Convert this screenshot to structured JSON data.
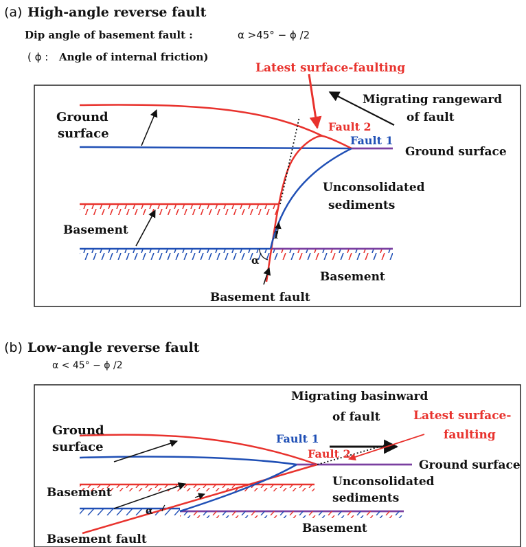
{
  "colors": {
    "red": "#e8322d",
    "blue": "#1f4fb5",
    "purple": "#7a3fa0",
    "black": "#111111"
  },
  "panel_a": {
    "prefix": "(a)",
    "title": "High-angle reverse fault",
    "condition_label": "Dip angle of basement fault :",
    "condition_formula": "α >45° − ϕ /2",
    "phi_note_symbol": "( ϕ :",
    "phi_note": "Angle of internal friction)",
    "latest": "Latest surface-faulting",
    "migrating_line1": "Migrating rangeward",
    "migrating_line2": "of fault",
    "ground_line1": "Ground",
    "ground_line2": "surface",
    "fault2": "Fault 2",
    "fault1": "Fault 1",
    "ground_surface_right": "Ground surface",
    "unconsolidated_line1": "Unconsolidated",
    "unconsolidated_line2": "sediments",
    "basement_left": "Basement",
    "slip_mark": "1",
    "alpha": "α",
    "basement_right": "Basement",
    "basement_fault": "Basement fault"
  },
  "panel_b": {
    "prefix": "(b)",
    "title": "Low-angle reverse fault",
    "condition_formula": "α < 45° − ϕ /2",
    "migrating_line1": "Migrating basinward",
    "migrating_line2": "of fault",
    "latest_line1": "Latest surface-",
    "latest_line2": "faulting",
    "ground_line1": "Ground",
    "ground_line2": "surface",
    "fault1": "Fault 1",
    "fault2": "Fault 2",
    "ground_surface_right": "Ground surface",
    "unconsolidated_line1": "Unconsolidated",
    "unconsolidated_line2": "sediments",
    "basement_left": "Basement",
    "alpha": "α",
    "basement_right": "Basement",
    "basement_fault": "Basement fault"
  }
}
